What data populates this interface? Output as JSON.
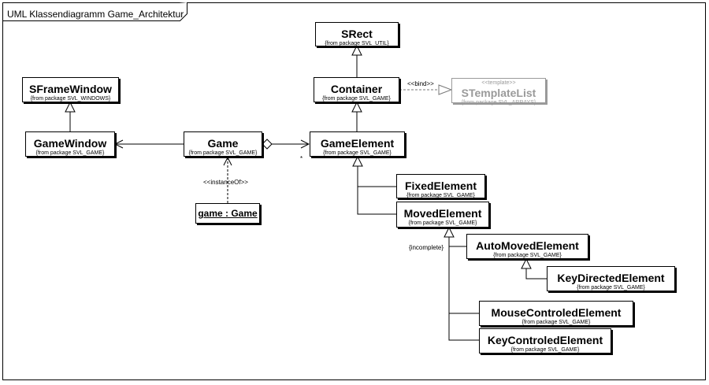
{
  "frame": {
    "title": "UML Klassendiagramm Game_Architektur"
  },
  "classes": {
    "srect": {
      "name": "SRect",
      "package": "{from package SVL_UTIL}"
    },
    "sframewindow": {
      "name": "SFrameWindow",
      "package": "{from package SVL_WINDOWS}"
    },
    "container": {
      "name": "Container",
      "package": "{from package SVL_GAME}"
    },
    "stemplatelist": {
      "stereotype": "<<template>>",
      "name": "STemplateList",
      "package": "{from package SVL_ARRAYS}"
    },
    "gamewindow": {
      "name": "GameWindow",
      "package": "{from package SVL_GAME}"
    },
    "game": {
      "name": "Game",
      "package": "{from package SVL_GAME}"
    },
    "gameelement": {
      "name": "GameElement",
      "package": "{from package SVL_GAME}"
    },
    "fixedelement": {
      "name": "FixedElement",
      "package": "{from package SVL_GAME}"
    },
    "movedelement": {
      "name": "MovedElement",
      "package": "{from package SVL_GAME}"
    },
    "automovedelement": {
      "name": "AutoMovedElement",
      "package": "{from package SVL_GAME}"
    },
    "keydirectedelement": {
      "name": "KeyDirectedElement",
      "package": "{from package SVL_GAME}"
    },
    "mousecontroledelement": {
      "name": "MouseControledElement",
      "package": "{from package SVL_GAME}"
    },
    "keycontroledelement": {
      "name": "KeyControledElement",
      "package": "{from package SVL_GAME}"
    }
  },
  "instance": {
    "label": "game : Game"
  },
  "labels": {
    "bind": "<<bind>>",
    "instance_of": "<<instanceOf>>",
    "multiplicity": "*",
    "incomplete": "{incomplete}"
  }
}
